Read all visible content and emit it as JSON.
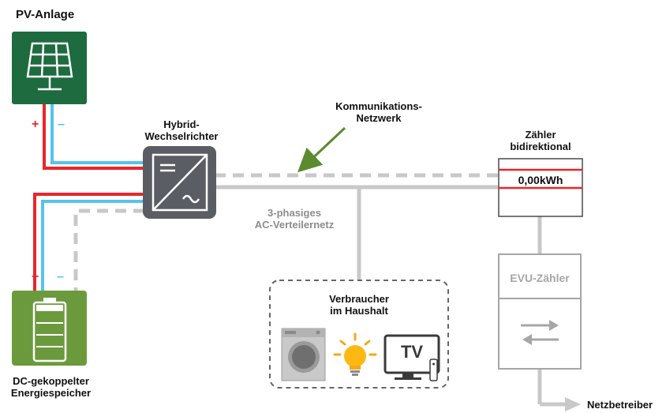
{
  "labels": {
    "pv": "PV-Anlage",
    "inverter_line1": "Hybrid-",
    "inverter_line2": "Wechselrichter",
    "network_line1": "Kommunikations-",
    "network_line2": "Netzwerk",
    "meter_line1": "Zähler",
    "meter_line2": "bidirektional",
    "meter_reading": "0,00kWh",
    "ac_line1": "3-phasiges",
    "ac_line2": "AC-Verteilernetz",
    "evu": "EVU-Zähler",
    "consumers_line1": "Verbraucher",
    "consumers_line2": "im Haushalt",
    "tv": "TV",
    "storage_line1": "DC-gekoppelter",
    "storage_line2": "Energiespeicher",
    "grid": "Netzbetreiber"
  },
  "signs": {
    "plus": "+",
    "minus": "–"
  },
  "colors": {
    "pv_green": "#1d6b3f",
    "battery_green": "#6b9a3c",
    "dc_positive": "#e8262c",
    "dc_negative": "#56c3ec",
    "ac_line": "#c8c8c8",
    "network_dashed": "#c8c8c8",
    "inverter": "#5a5d63",
    "arrow": "#5c8a2f"
  },
  "icons": [
    "solar-panel-icon",
    "inverter-icon",
    "battery-icon",
    "washing-machine-icon",
    "light-bulb-icon",
    "tv-icon",
    "bidirectional-arrows-icon"
  ]
}
